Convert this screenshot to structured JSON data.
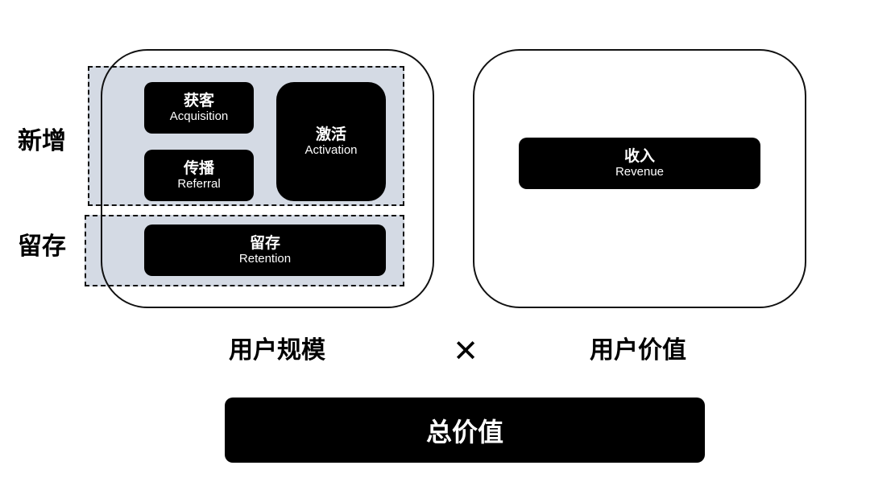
{
  "side_labels": {
    "new_growth": "新增",
    "retention": "留存"
  },
  "user_scale": {
    "caption": "用户规模",
    "boxes": {
      "acquisition": {
        "zh": "获客",
        "en": "Acquisition"
      },
      "referral": {
        "zh": "传播",
        "en": "Referral"
      },
      "activation": {
        "zh": "激活",
        "en": "Activation"
      },
      "retention": {
        "zh": "留存",
        "en": "Retention"
      }
    }
  },
  "operator": "✕",
  "user_value": {
    "caption": "用户价值",
    "boxes": {
      "revenue": {
        "zh": "收入",
        "en": "Revenue"
      }
    }
  },
  "total": {
    "label": "总价值"
  },
  "colors": {
    "shaded_group": "#d4dae4",
    "box": "#000000",
    "box_text": "#ffffff"
  }
}
